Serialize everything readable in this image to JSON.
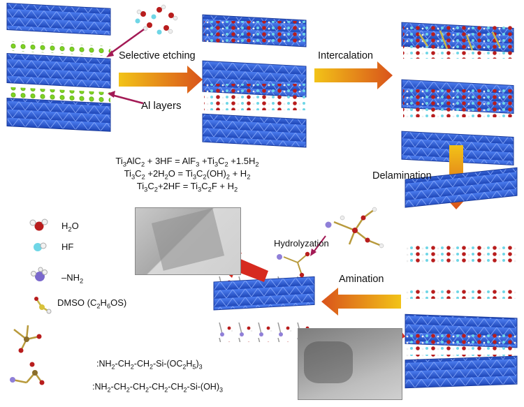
{
  "labels": {
    "selective_etching": "Selective etching",
    "intercalation": "Intercalation",
    "al_layers": "Al layers",
    "delamination": "Delamination",
    "hydrolyzation": "Hydrolyzation",
    "amination": "Amination"
  },
  "equations": [
    "Ti3AlC2 + 3HF = AlF3 +Ti3C2 +1.5H2",
    "Ti3C2 +2H2O = Ti3C2(OH)2 + H2",
    "Ti3C2+2HF = Ti3C2F + H2"
  ],
  "legend": {
    "h2o": "H2O",
    "hf": "HF",
    "nh2": "–NH2",
    "dmso": "DMSO (C2H6OS)"
  },
  "formulas": [
    ":NH2-CH2-CH2-Si-(OC2H5)3",
    ":NH2-CH2-CH2-CH2-CH2-Si-(OH)3"
  ],
  "colors": {
    "sheet": "#2f5fd6",
    "al": "#7ed321",
    "oxygen": "#b81d1d",
    "fluorine": "#6fd6e6",
    "arrow_orange": "#e8761a",
    "arrow_red": "#d62a1f"
  }
}
